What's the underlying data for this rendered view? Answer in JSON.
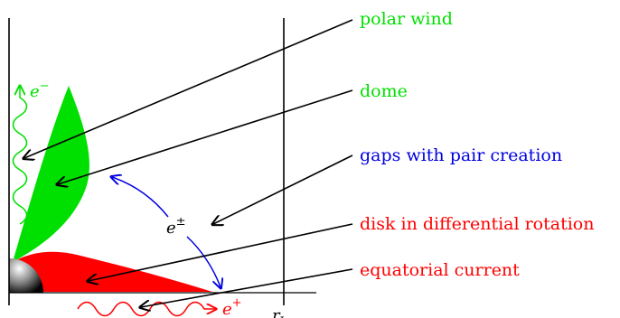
{
  "labels": {
    "polar_wind": "polar wind",
    "dome": "dome",
    "gaps": "gaps with pair creation",
    "disk": "disk in differential rotation",
    "equatorial_current": "equatorial current"
  },
  "symbols": {
    "electron": "e",
    "electron_sup": "−",
    "positron": "e",
    "positron_sup": "+",
    "pair": "e",
    "pair_sup": "±",
    "light_cylinder": "r",
    "light_cylinder_sub": "L"
  },
  "colors": {
    "green": "#00e000",
    "red": "#ff0000",
    "blue": "#0000e0",
    "black": "#000000"
  }
}
